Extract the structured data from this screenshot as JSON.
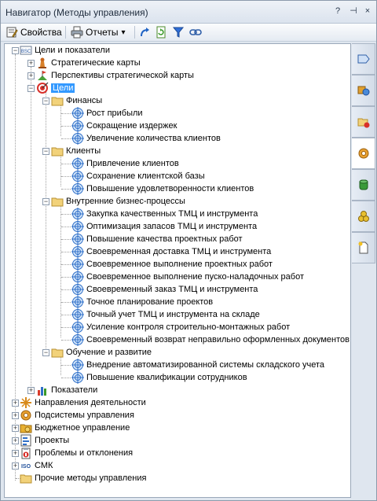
{
  "window": {
    "title": "Навигатор (Методы управления)"
  },
  "title_buttons": [
    "?",
    "⊣",
    "×"
  ],
  "toolbar": {
    "properties_label": "Свойства",
    "reports_label": "Отчеты",
    "reports_caret": "▾"
  },
  "tree": {
    "root": "Цели и показатели",
    "strategic_maps": "Стратегические карты",
    "perspectives": "Перспективы стратегической карты",
    "goals": "Цели",
    "finance": "Финансы",
    "finance_items": [
      "Рост прибыли",
      "Сокращение издержек",
      "Увеличение количества клиентов"
    ],
    "clients": "Клиенты",
    "clients_items": [
      "Привлечение клиентов",
      "Сохранение клиентской базы",
      "Повышение удовлетворенности клиентов"
    ],
    "internal": "Внутренние бизнес-процессы",
    "internal_items": [
      "Закупка качественных ТМЦ и инструмента",
      "Оптимизация запасов ТМЦ и инструмента",
      "Повышение качества проектных работ",
      "Своевременная доставка ТМЦ и инструмента",
      "Своевременное выполнение проектных работ",
      "Своевременное выполнение пуско-наладочных работ",
      "Своевременный заказ ТМЦ и инструмента",
      "Точное планирование проектов",
      "Точный учет ТМЦ и инструмента на складе",
      "Усиление контроля строительно-монтажных работ",
      "Своевременный возврат неправильно оформленных документов"
    ],
    "learning": "Обучение и развитие",
    "learning_items": [
      "Внедрение автоматизированной системы складского учета",
      "Повышение квалификации сотрудников"
    ],
    "indicators": "Показатели",
    "top_level": [
      "Направления деятельности",
      "Подсистемы управления",
      "Бюджетное управление",
      "Проекты",
      "Проблемы и отклонения",
      "СМК",
      "Прочие методы управления"
    ]
  },
  "icon_text": {
    "bsc": "BSC",
    "iso": "ISO"
  },
  "expander": {
    "plus": "+",
    "minus": "−"
  }
}
